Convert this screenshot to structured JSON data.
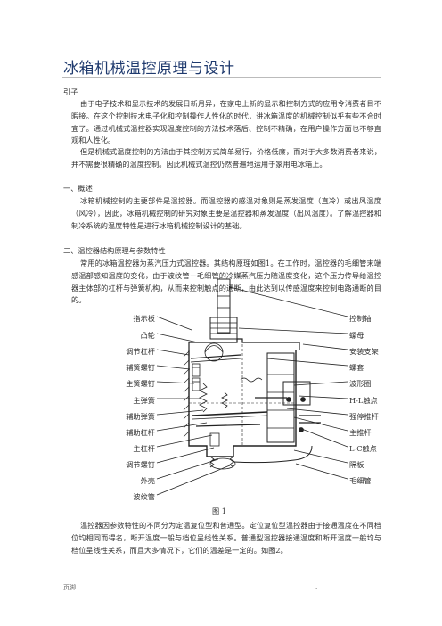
{
  "document": {
    "title": "冰箱机械温控原理与设计",
    "intro_heading": "引子",
    "intro_para1": "由于电子技术和显示技术的发展日新月异，在家电上新的显示和控制方式的应用令消费者目不暇接。在这个控制技术电子化和控制操作人性化的时代，讲冰箱温度的机械控制似乎有些不合时宜了。通过机械式温控器实现温度控制的方法技术落后、控制不精确，在用户操作方面也不够直观和人性化。",
    "intro_para2": "但是机械式温度控制的方法由于其控制方式简单易行，价格低廉，而对于大多数消费者来说，并不需要很精确的温度控制。因此机械式温控仍然普遍地运用于家用电冰箱上。",
    "section1_heading": "一、概述",
    "section1_para": "冰箱机械控制的主要部件是温控器。而温控器的感温对象则是蒸发温度（直冷）或出风温度（风冷），因此，冰箱机械控制的研究对象主要是温控器和蒸发温度（出风温度）。了解温控器和制冷系统的温度特性是进行冰箱机械控制设计的基础。",
    "section2_heading": "二、温控器结构原理与参数特性",
    "section2_para": "常用的冰箱温控器为蒸汽压力式温控器。其结构原理如图1。在工作时，温控器的毛细管末端感温部感知温度的变化，由于波纹管－毛细管的冷媒蒸汽压力随温度变化，这个压力传导给温控器主体部的杠杆与弹簧机构，从而来控制触点的通断，由此达到以传感温度来控制电路通断的目的。",
    "figure_caption": "图 1",
    "after_para": "温控器因参数特性的不同分为定温复位型和普通型。定位复位型温控器由于接通温度在不同档位均相同而得名，断开温度一般与档位呈线性关系。普通型温控器接通温度和断开温度一般均与档位呈线性关系，而且大多情况下，它们的温差是一定的。如图2。",
    "footer_left": "页脚",
    "footer_right": "."
  },
  "figure": {
    "labels_left": [
      "指示板",
      "凸轮",
      "调节杠杆",
      "辅簧螺钉",
      "主簧螺钉",
      "主弹簧",
      "辅助弹簧",
      "辅助杠杆",
      "主杠杆",
      "调节螺钉",
      "外壳",
      "波纹管"
    ],
    "labels_right": [
      "控制轴",
      "螺母",
      "安装支架",
      "螺套",
      "波形圈",
      "H-L触点",
      "强停推杆",
      "主推杆",
      "L-C触点",
      "隔板",
      "毛细管"
    ]
  }
}
